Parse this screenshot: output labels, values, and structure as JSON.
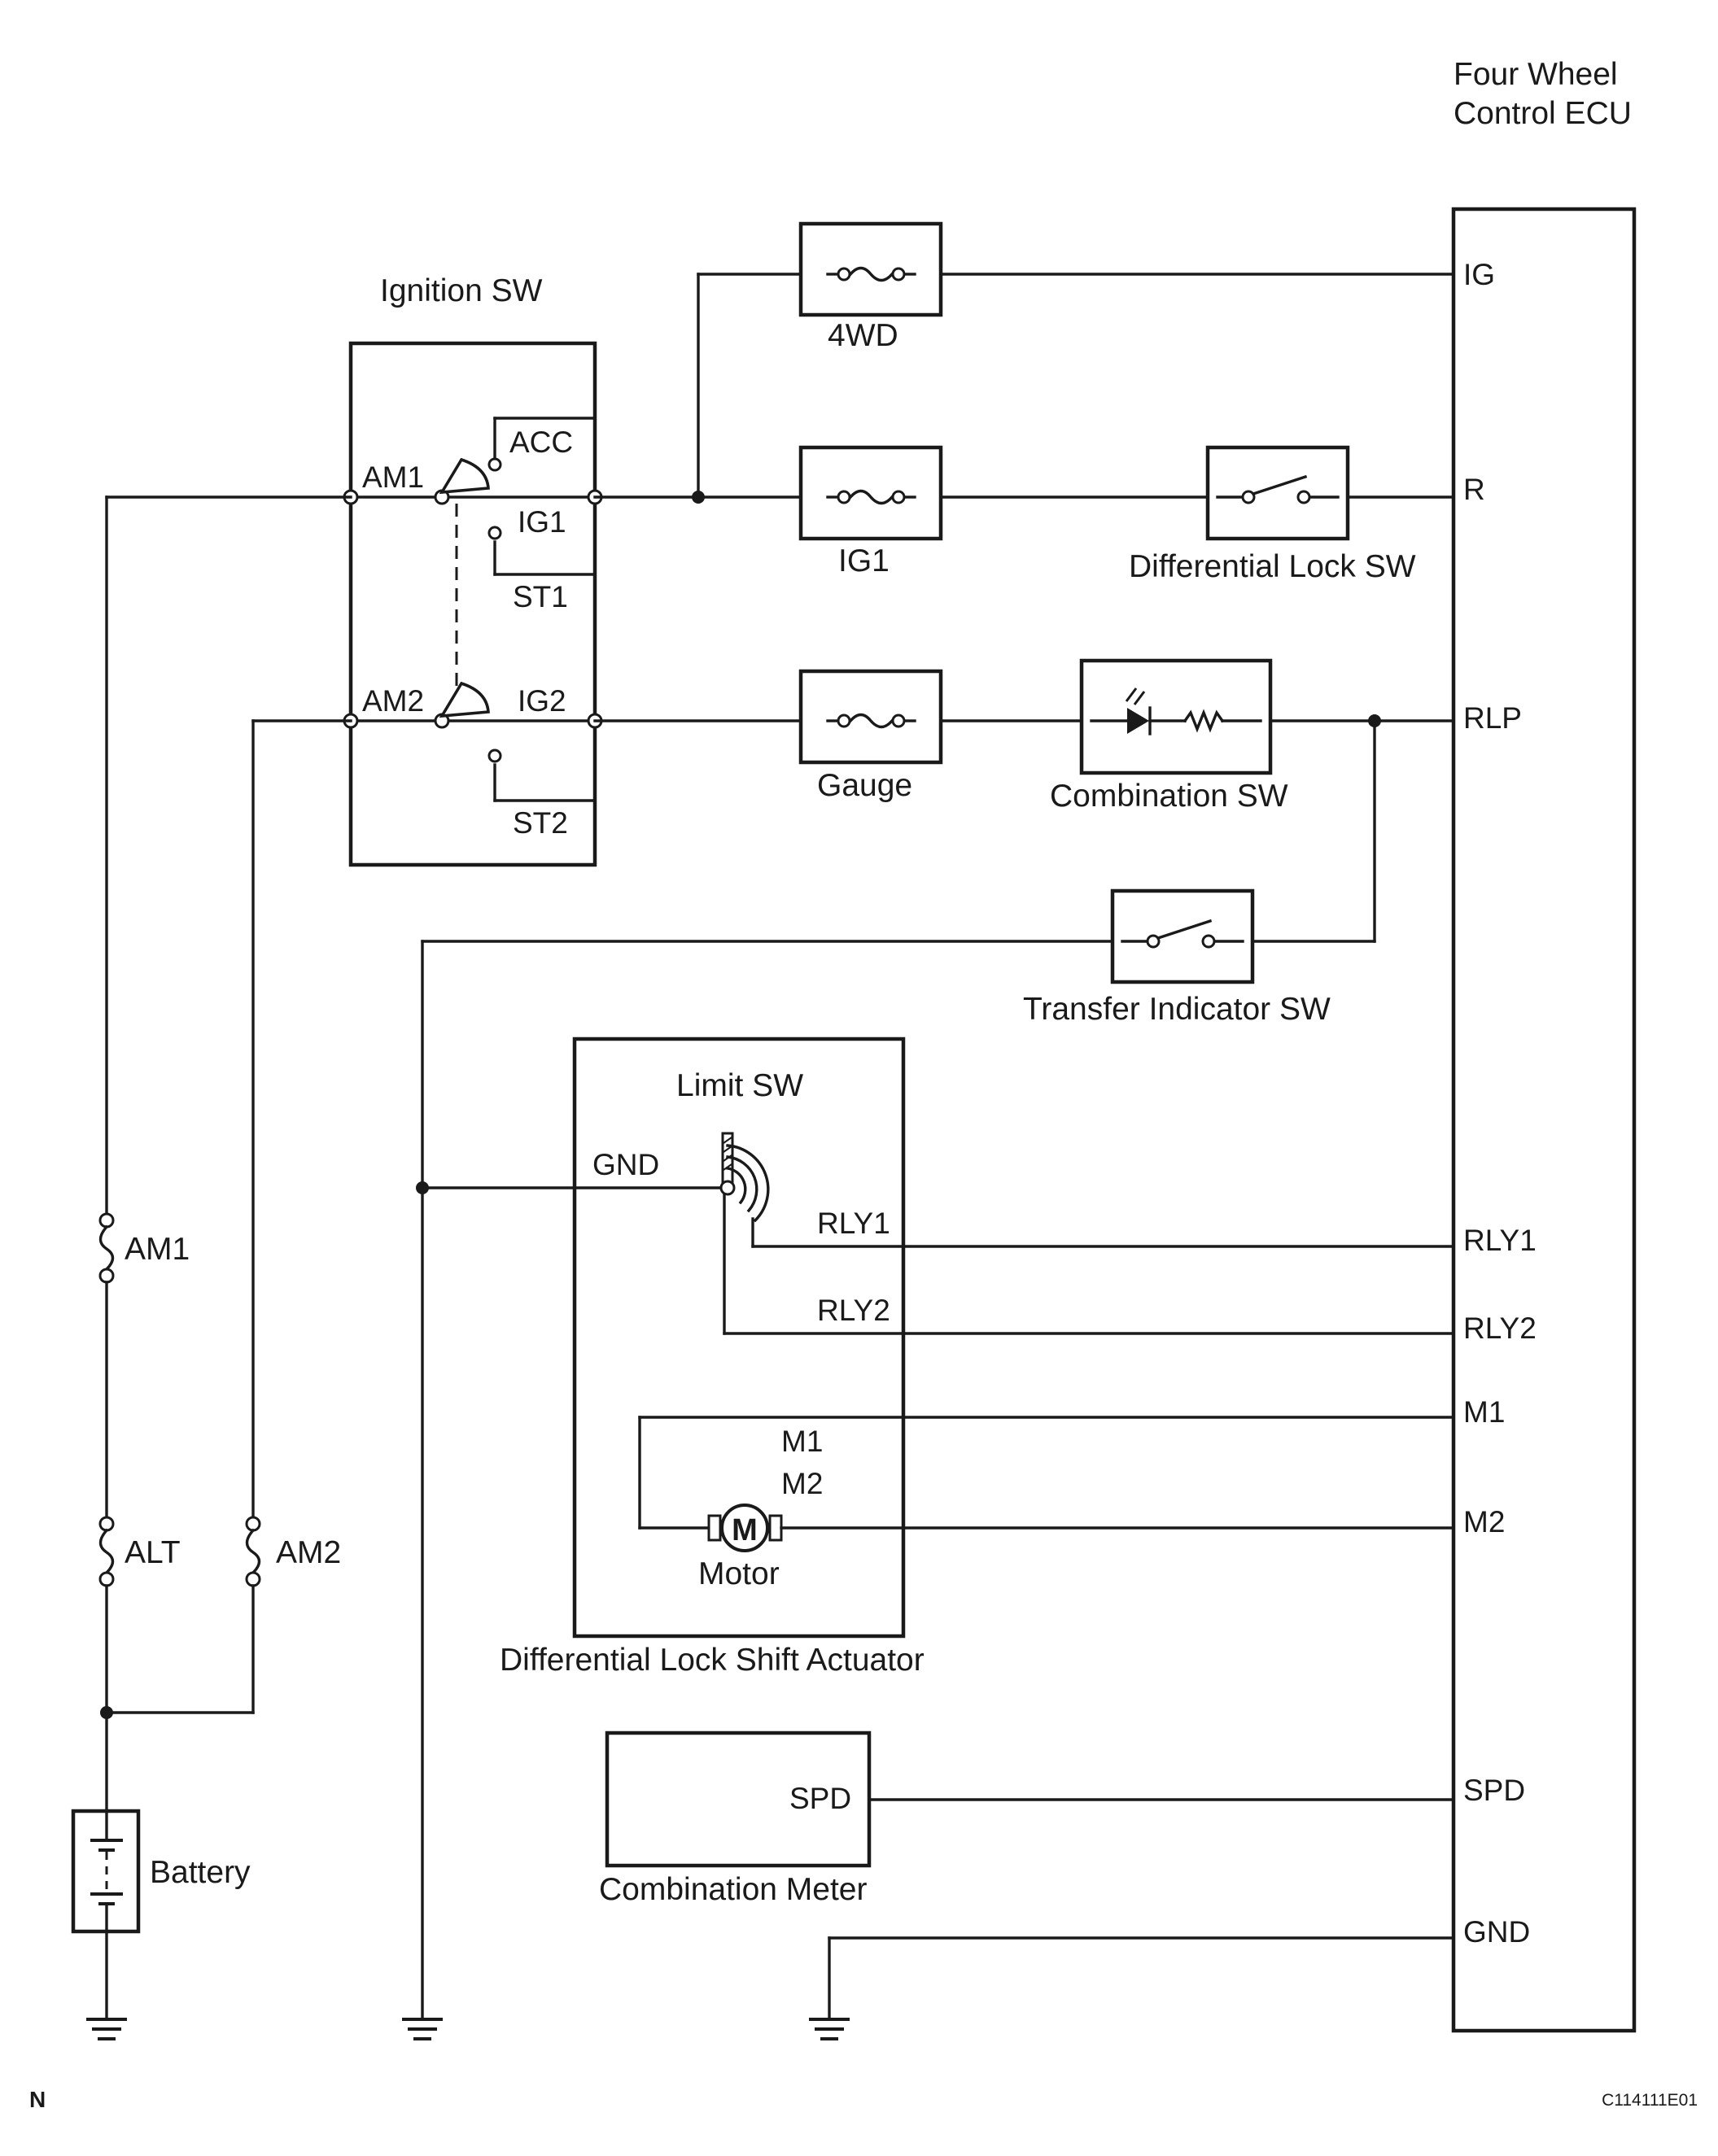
{
  "ecu": {
    "title_line1": "Four Wheel",
    "title_line2": "Control ECU",
    "pins": {
      "ig": "IG",
      "r": "R",
      "rlp": "RLP",
      "rly1": "RLY1",
      "rly2": "RLY2",
      "m1": "M1",
      "m2": "M2",
      "spd": "SPD",
      "gnd": "GND"
    }
  },
  "ignition_sw": {
    "title": "Ignition SW",
    "am1": "AM1",
    "am2": "AM2",
    "acc": "ACC",
    "ig1": "IG1",
    "st1": "ST1",
    "ig2": "IG2",
    "st2": "ST2"
  },
  "fuses": {
    "fwd": "4WD",
    "ig1": "IG1",
    "gauge": "Gauge",
    "am1": "AM1",
    "alt": "ALT",
    "am2": "AM2"
  },
  "switches": {
    "diff_lock": "Differential Lock SW",
    "combination": "Combination SW",
    "transfer_indicator": "Transfer Indicator SW"
  },
  "actuator": {
    "title": "Differential Lock Shift Actuator",
    "limit_sw": "Limit SW",
    "gnd": "GND",
    "rly1": "RLY1",
    "rly2": "RLY2",
    "m1": "M1",
    "m2": "M2",
    "motor": "Motor",
    "motor_symbol": "M"
  },
  "combination_meter": {
    "title": "Combination Meter",
    "spd": "SPD"
  },
  "battery": "Battery",
  "corner_left": "N",
  "corner_right": "C114111E01"
}
